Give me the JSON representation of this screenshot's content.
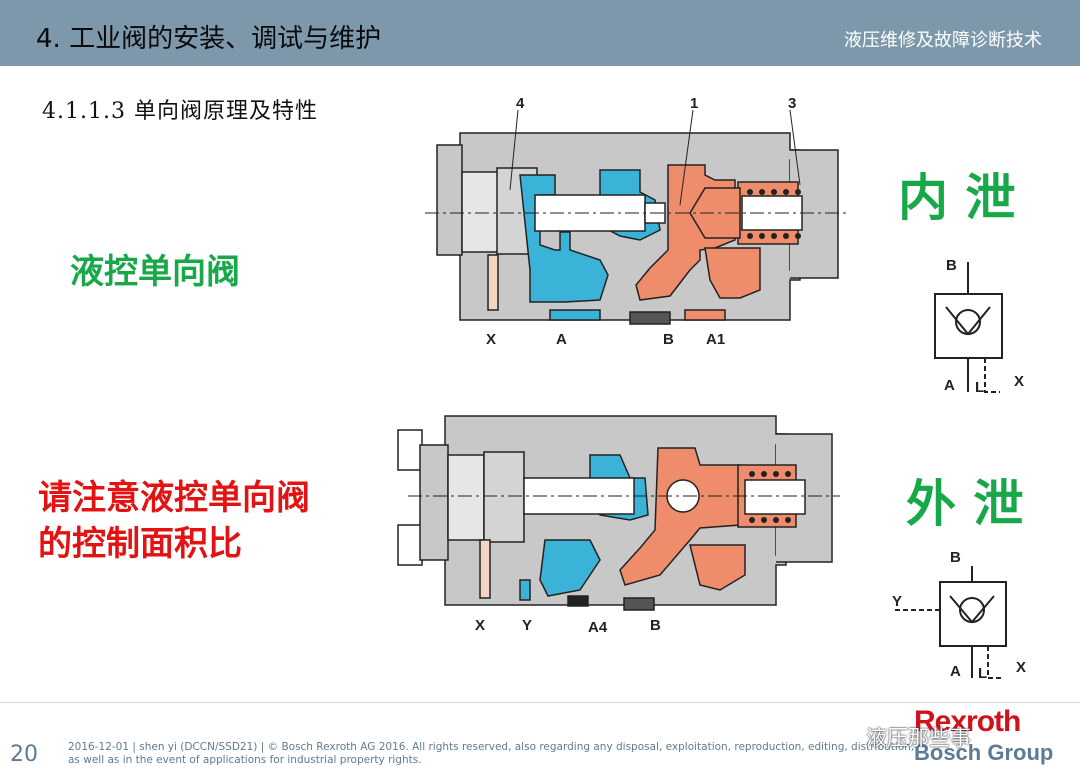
{
  "header": {
    "title": "4. 工业阀的安装、调试与维护",
    "right": "液压维修及故障诊断技术"
  },
  "section_title": "4.1.1.3  单向阀原理及特性",
  "labels": {
    "pilot_check": "液控单向阀",
    "note_line1": "请注意液控单向阀",
    "note_line2": "的控制面积比",
    "internal_drain": "内 泄",
    "external_drain": "外 泄"
  },
  "diagram_top": {
    "callouts": [
      "4",
      "1",
      "3"
    ],
    "ports": [
      "X",
      "A",
      "B",
      "A1"
    ]
  },
  "diagram_bottom": {
    "ports": [
      "X",
      "Y",
      "A4",
      "B"
    ]
  },
  "symbol_top": {
    "b": "B",
    "a": "A",
    "l": "L",
    "x": "X"
  },
  "symbol_bottom": {
    "b": "B",
    "y": "Y",
    "a": "A",
    "l": "L",
    "x": "X"
  },
  "footer": {
    "page": "20",
    "line1": "2016-12-01 | shen yi (DCCN/SSD21) | © Bosch Rexroth AG 2016. All rights reserved, also regarding any disposal, exploitation, reproduction, editing, distribution,",
    "line2": "as well as in the event of applications for industrial property rights.",
    "brand": "Rexroth",
    "group": "Bosch Group",
    "watermark": "液压那些事"
  },
  "colors": {
    "header": "#7d98ab",
    "blue_oil": "#3bb3d8",
    "orange_oil": "#ef8c6c",
    "body_gray": "#c8c8c8",
    "green": "#18a84a",
    "red": "#e31313"
  }
}
